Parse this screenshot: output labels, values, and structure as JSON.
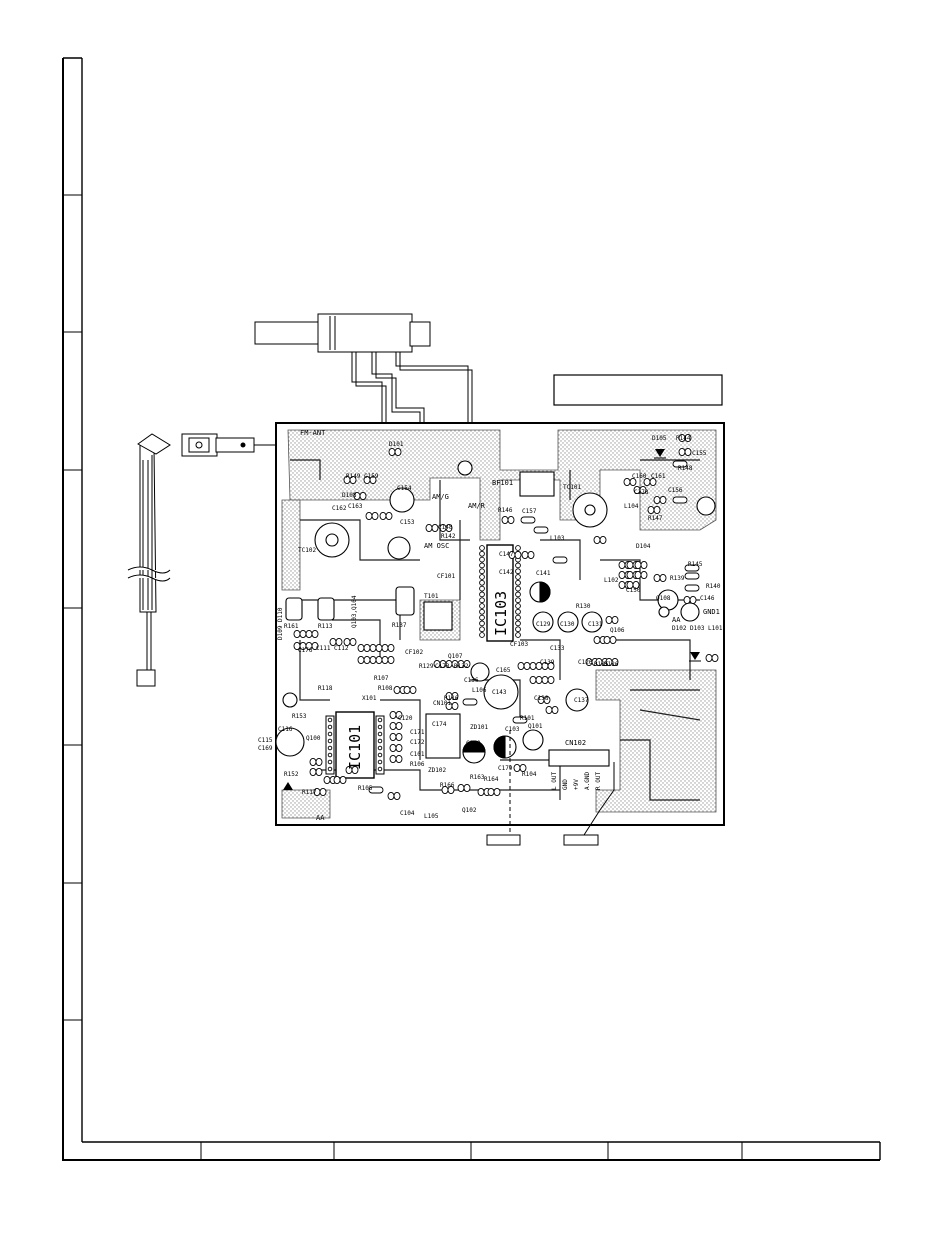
{
  "board": {
    "labels": {
      "fm_ant": "FM-ANT",
      "am_g": "AM/G",
      "am_r": "AM/R",
      "am_osc": "AM OSC",
      "bf101": "BF101",
      "ic101": "IC101",
      "ic103": "IC103",
      "cn102": "CN102",
      "cn102_pins": [
        "L OUT",
        "GND",
        "+9V",
        "A.GND",
        "R OUT"
      ],
      "gnd1": "GND1",
      "aa_left": "AA",
      "aa_right": "AA"
    },
    "components": [
      {
        "id": "tc102",
        "text": "TC102"
      },
      {
        "id": "tc101",
        "text": "TC101"
      },
      {
        "id": "d101",
        "text": "D101"
      },
      {
        "id": "d105",
        "text": "D105"
      },
      {
        "id": "r144",
        "text": "R144"
      },
      {
        "id": "c155",
        "text": "C155"
      },
      {
        "id": "r148",
        "text": "R148"
      },
      {
        "id": "c160",
        "text": "C160"
      },
      {
        "id": "c161",
        "text": "C161"
      },
      {
        "id": "c178",
        "text": "C178"
      },
      {
        "id": "c156",
        "text": "C156"
      },
      {
        "id": "l104",
        "text": "L104"
      },
      {
        "id": "r147",
        "text": "R147"
      },
      {
        "id": "d104",
        "text": "D104"
      },
      {
        "id": "r145",
        "text": "R145"
      },
      {
        "id": "r140",
        "text": "R140"
      },
      {
        "id": "r139",
        "text": "R139"
      },
      {
        "id": "c146",
        "text": "C146"
      },
      {
        "id": "q108",
        "text": "Q108"
      },
      {
        "id": "d102",
        "text": "D102"
      },
      {
        "id": "d103",
        "text": "D103"
      },
      {
        "id": "l101",
        "text": "L101"
      },
      {
        "id": "c154",
        "text": "C154"
      },
      {
        "id": "c153",
        "text": "C153"
      },
      {
        "id": "r149",
        "text": "R149"
      },
      {
        "id": "c159",
        "text": "C159"
      },
      {
        "id": "d108",
        "text": "D108"
      },
      {
        "id": "c163",
        "text": "C163"
      },
      {
        "id": "c162",
        "text": "C162"
      },
      {
        "id": "c148",
        "text": "C148"
      },
      {
        "id": "r142",
        "text": "R142"
      },
      {
        "id": "c150",
        "text": "C150"
      },
      {
        "id": "l102",
        "text": "L102"
      },
      {
        "id": "cf101",
        "text": "CF101"
      },
      {
        "id": "t101",
        "text": "T101"
      },
      {
        "id": "cf102",
        "text": "CF102"
      },
      {
        "id": "r137",
        "text": "R137"
      },
      {
        "id": "c147",
        "text": "C147"
      },
      {
        "id": "c142",
        "text": "C142"
      },
      {
        "id": "c141",
        "text": "C141"
      },
      {
        "id": "l103",
        "text": "L103"
      },
      {
        "id": "r146",
        "text": "R146"
      },
      {
        "id": "c157",
        "text": "C157"
      },
      {
        "id": "cf103",
        "text": "CF103"
      },
      {
        "id": "c129",
        "text": "C129"
      },
      {
        "id": "c130",
        "text": "C130"
      },
      {
        "id": "c131",
        "text": "C131"
      },
      {
        "id": "r130",
        "text": "R130"
      },
      {
        "id": "q106",
        "text": "Q106"
      },
      {
        "id": "c133",
        "text": "C133"
      },
      {
        "id": "r125",
        "text": "R125"
      },
      {
        "id": "r126",
        "text": "R126"
      },
      {
        "id": "c126",
        "text": "C126"
      },
      {
        "id": "q107",
        "text": "Q107"
      },
      {
        "id": "c173",
        "text": "C173"
      },
      {
        "id": "r132",
        "text": "R132"
      },
      {
        "id": "r129",
        "text": "R129"
      },
      {
        "id": "c136",
        "text": "C136"
      },
      {
        "id": "l106",
        "text": "L106"
      },
      {
        "id": "c165",
        "text": "C165"
      },
      {
        "id": "c143",
        "text": "C143"
      },
      {
        "id": "c139",
        "text": "C139"
      },
      {
        "id": "c138",
        "text": "C138"
      },
      {
        "id": "c137",
        "text": "C137"
      },
      {
        "id": "cn101",
        "text": "CN101"
      },
      {
        "id": "zd101",
        "text": "ZD101"
      },
      {
        "id": "r101",
        "text": "R101"
      },
      {
        "id": "q101",
        "text": "Q101"
      },
      {
        "id": "c180",
        "text": "C180"
      },
      {
        "id": "c103",
        "text": "C103"
      },
      {
        "id": "c179",
        "text": "C179"
      },
      {
        "id": "zd102",
        "text": "ZD102"
      },
      {
        "id": "r104",
        "text": "R104"
      },
      {
        "id": "r163",
        "text": "R163"
      },
      {
        "id": "r164",
        "text": "R164"
      },
      {
        "id": "r166",
        "text": "R166"
      },
      {
        "id": "q102",
        "text": "Q102"
      },
      {
        "id": "c104",
        "text": "C104"
      },
      {
        "id": "l105",
        "text": "L105"
      },
      {
        "id": "r105",
        "text": "R105"
      },
      {
        "id": "x101",
        "text": "X101"
      },
      {
        "id": "r153",
        "text": "R153"
      },
      {
        "id": "c115",
        "text": "C115"
      },
      {
        "id": "c169",
        "text": "C169"
      },
      {
        "id": "c116",
        "text": "C116"
      },
      {
        "id": "q100",
        "text": "Q100"
      },
      {
        "id": "r152",
        "text": "R152"
      },
      {
        "id": "r117",
        "text": "R117"
      },
      {
        "id": "r107",
        "text": "R107"
      },
      {
        "id": "r113",
        "text": "R113"
      },
      {
        "id": "r161",
        "text": "R161"
      },
      {
        "id": "c112",
        "text": "C112"
      },
      {
        "id": "c111",
        "text": "C111"
      },
      {
        "id": "c176",
        "text": "C176"
      },
      {
        "id": "r108",
        "text": "R108"
      },
      {
        "id": "r116",
        "text": "R116"
      },
      {
        "id": "c120",
        "text": "C120"
      },
      {
        "id": "c171",
        "text": "C171"
      },
      {
        "id": "c172",
        "text": "C172"
      },
      {
        "id": "r106",
        "text": "R106"
      },
      {
        "id": "c101",
        "text": "C101"
      },
      {
        "id": "c174",
        "text": "C174"
      },
      {
        "id": "q103",
        "text": "Q103,Q104"
      },
      {
        "id": "d109",
        "text": "D109 D110"
      },
      {
        "id": "r118",
        "text": "R118"
      }
    ]
  }
}
